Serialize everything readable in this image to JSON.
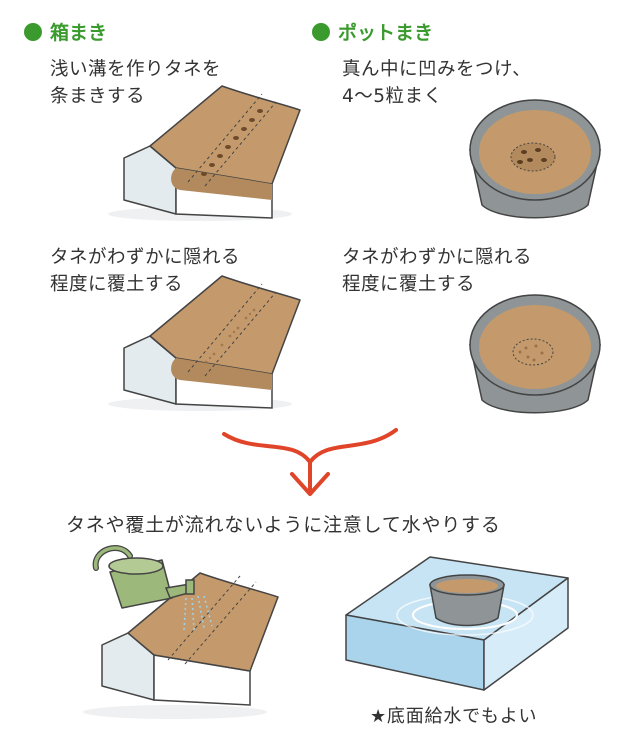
{
  "sections": {
    "box": {
      "title": "箱まき",
      "step1": [
        "浅い溝を作りタネを",
        "条まきする"
      ],
      "step2": [
        "タネがわずかに隠れる",
        "程度に覆土する"
      ]
    },
    "pot": {
      "title": "ポットまき",
      "step1": [
        "真ん中に凹みをつけ、",
        "4〜5粒まく"
      ],
      "step2": [
        "タネがわずかに隠れる",
        "程度に覆土する"
      ]
    }
  },
  "watering": {
    "caption": "タネや覆土が流れないように注意して水やりする",
    "note": "★底面給水でもよい"
  },
  "colors": {
    "accent": "#3a9a2e",
    "arrow": "#e0452a",
    "soil": "#c49a6c",
    "box": "#dfe8ea",
    "water": "#c7e4f4",
    "can": "#9cb87a"
  },
  "icons": [
    "bullet-dot-icon",
    "down-arrow-icon",
    "watering-can-icon"
  ]
}
